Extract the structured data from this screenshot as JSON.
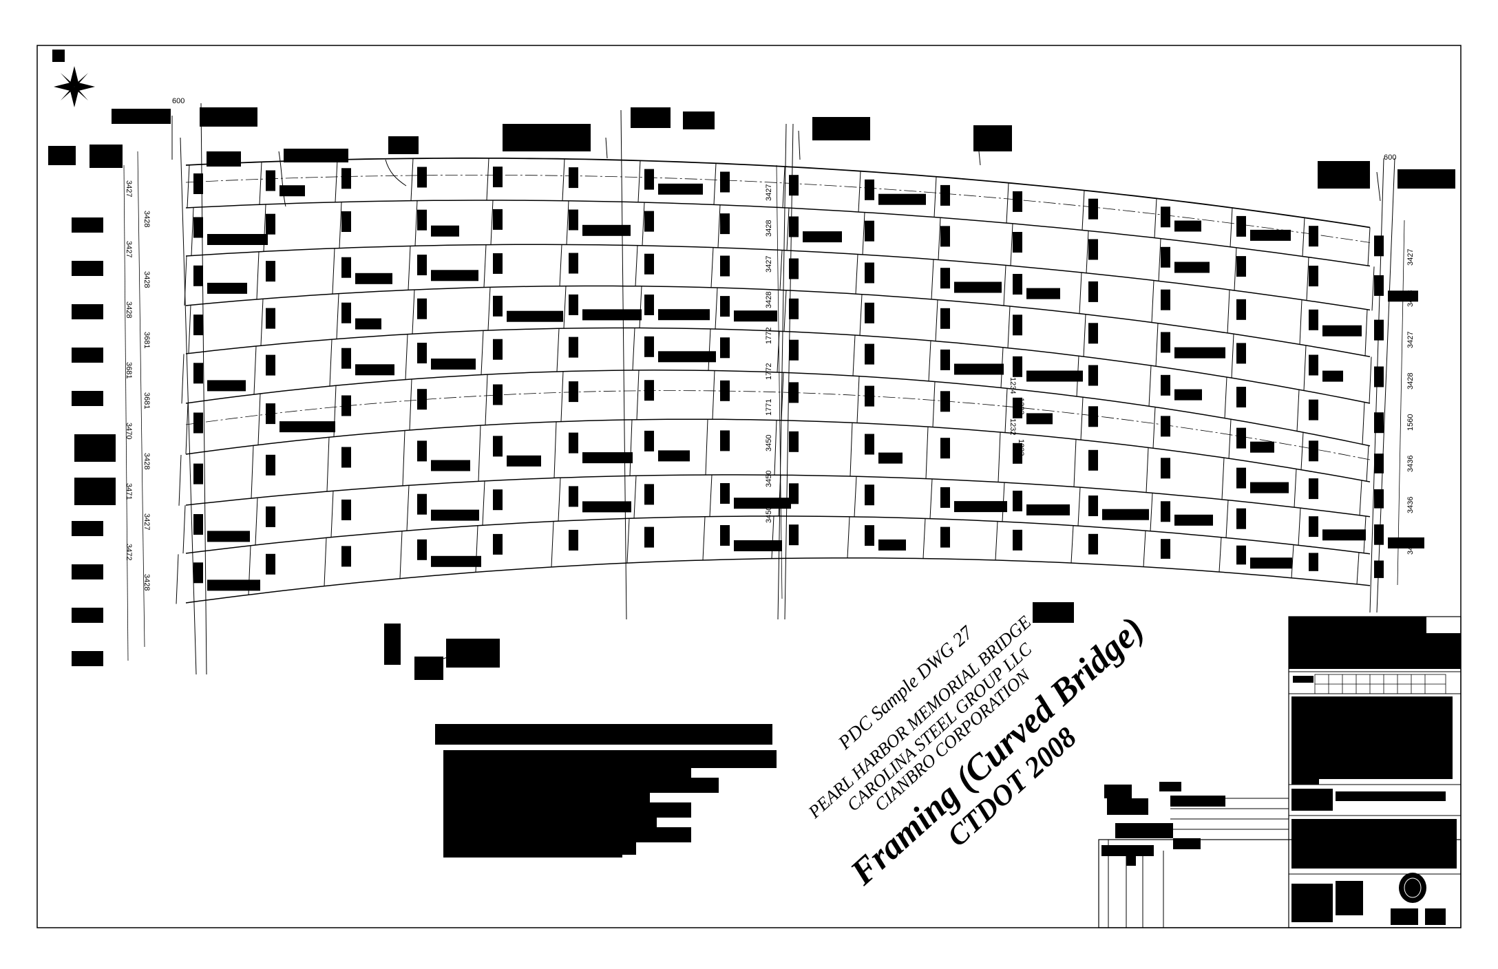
{
  "stamp": {
    "line1": "PDC Sample DWG 27",
    "line2": "PEARL HARBOR MEMORIAL BRIDGE",
    "line3": "CAROLINA STEEL GROUP LLC",
    "line4": "CIANBRO CORPORATION",
    "line5": "Framing (Curved Bridge)",
    "line6": "CTDOT 2008"
  },
  "dimensions": {
    "left_spacings": [
      "3427",
      "3428",
      "3427",
      "3428",
      "3428",
      "3681",
      "3681",
      "3681",
      "3470",
      "3428",
      "3471",
      "3427",
      "3472",
      "3428"
    ],
    "left_top_offset": "600",
    "middle_spacings": [
      "3427",
      "3428",
      "3427",
      "3428",
      "1772",
      "1772",
      "1771",
      "3450",
      "3450",
      "3450"
    ],
    "middle_right_small": [
      "1234",
      "1233",
      "1232",
      "1233"
    ],
    "right_spacings": [
      "3427",
      "3428",
      "3427",
      "3428",
      "1560",
      "3436",
      "3436",
      "3436"
    ],
    "right_top_offset": "600"
  },
  "icons": {
    "north_arrow": "compass-rose-icon",
    "seal": "engineer-seal-icon"
  }
}
